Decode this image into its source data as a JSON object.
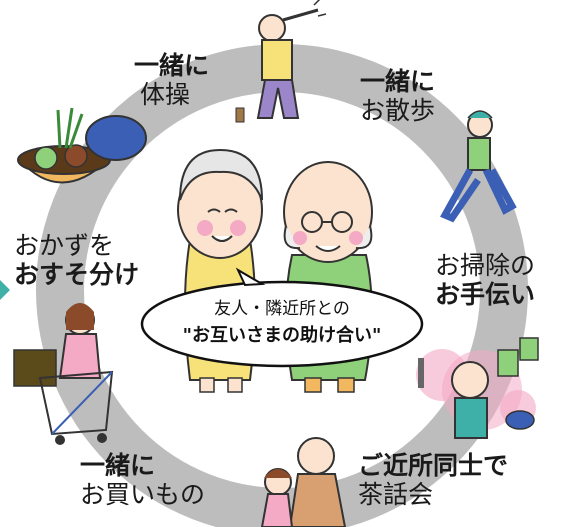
{
  "center": {
    "line1": "友人・隣近所との",
    "line2": "\"お互いさまの助け合い\""
  },
  "activities": {
    "exercise": {
      "bold": "一緒に",
      "normal": "体操"
    },
    "walk": {
      "bold": "一緒に",
      "normal": "お散歩"
    },
    "cleaning": {
      "normal": "お掃除の",
      "bold": "お手伝い"
    },
    "tea": {
      "bold": "ご近所同士で",
      "normal": "茶話会"
    },
    "shopping": {
      "bold": "一緒に",
      "normal": "お買いもの"
    },
    "sharing": {
      "normal": "おかずを",
      "bold": "おすそ分け"
    }
  },
  "colors": {
    "ring": "#bdbdbd",
    "accent_yellow": "#f7e27a",
    "accent_green": "#8fd07a",
    "pink": "#f4a9c4",
    "blue": "#3a5fb4",
    "teal": "#3fb0a8"
  }
}
